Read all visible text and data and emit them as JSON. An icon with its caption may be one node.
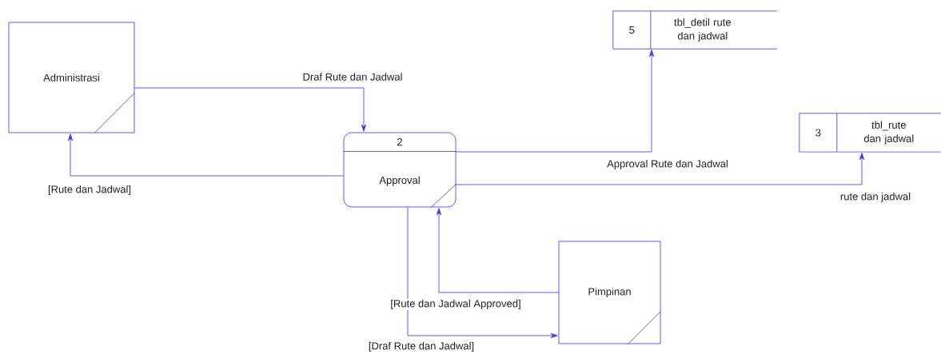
{
  "diagram": {
    "nodes": [
      {
        "text": [
          "Administrasi"
        ]
      },
      {
        "text": [
          "2",
          "Approval"
        ]
      },
      {
        "text": [
          "5",
          "tbl_detil rute dan jadwal"
        ]
      },
      {
        "text": [
          "3",
          "tbl_rute dan jadwal"
        ]
      },
      {
        "text": [
          "Pimpinan"
        ]
      }
    ],
    "edges": [
      {
        "from": 0,
        "to": 1,
        "arrow": "to",
        "label": "Draf Rute dan Jadwal"
      },
      {
        "from": 1,
        "to": 0,
        "arrow": "to",
        "label": "[Rute dan Jadwal]"
      },
      {
        "from": 1,
        "to": 2,
        "arrow": "to",
        "label": "Approval Rute dan Jadwal"
      },
      {
        "from": 1,
        "to": 3,
        "arrow": "to",
        "label": "rute dan jadwal"
      },
      {
        "from": 4,
        "to": 1,
        "arrow": "to",
        "label": "[Rute dan Jadwal Approved]"
      },
      {
        "from": 1,
        "to": 4,
        "arrow": "to",
        "label": "[Draf Rute dan Jadwal]"
      }
    ]
  }
}
